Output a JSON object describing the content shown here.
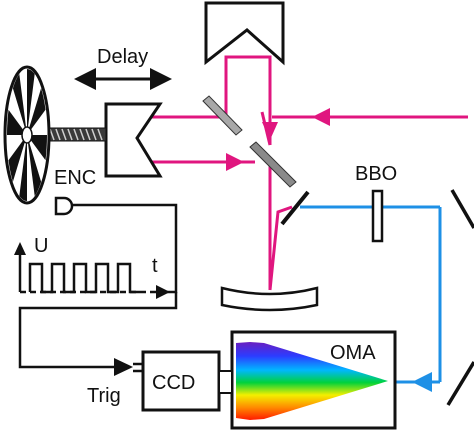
{
  "labels": {
    "delay": "Delay",
    "enc": "ENC",
    "bbo": "BBO",
    "oma": "OMA",
    "ccd": "CCD",
    "trig": "Trig",
    "u": "U",
    "t": "t"
  },
  "colors": {
    "pump_beam": "#e0167f",
    "probe_beam": "#1e90e6",
    "outline": "#111111",
    "mirror_fill": "#9a9a9a"
  },
  "icons": {
    "chopper_wheel": "chopper-wheel-icon",
    "retroreflector": "retroreflector-icon",
    "spectrum_fan": "rainbow-spectrum-icon",
    "trigger_pulses": "square-wave-icon"
  }
}
